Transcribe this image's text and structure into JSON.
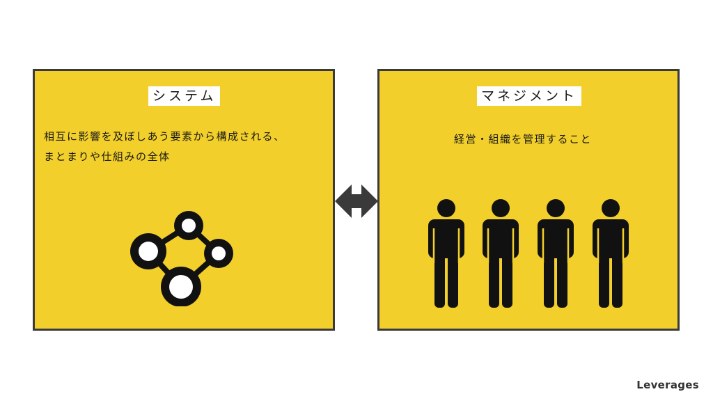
{
  "system": {
    "title": "システム",
    "description_line1": "相互に影響を及ぼしあう要素から構成される、",
    "description_line2": "まとまりや仕組みの全体"
  },
  "management": {
    "title": "マネジメント",
    "description": "経営・組織を管理すること"
  },
  "icons": {
    "network": "network-graph-icon",
    "people": "group-of-people-icon",
    "arrow": "double-headed-arrow-icon"
  },
  "colors": {
    "panel_fill": "#F2CF2A",
    "border": "#3a3a3a",
    "icon": "#111111"
  },
  "brand": "Leverages"
}
